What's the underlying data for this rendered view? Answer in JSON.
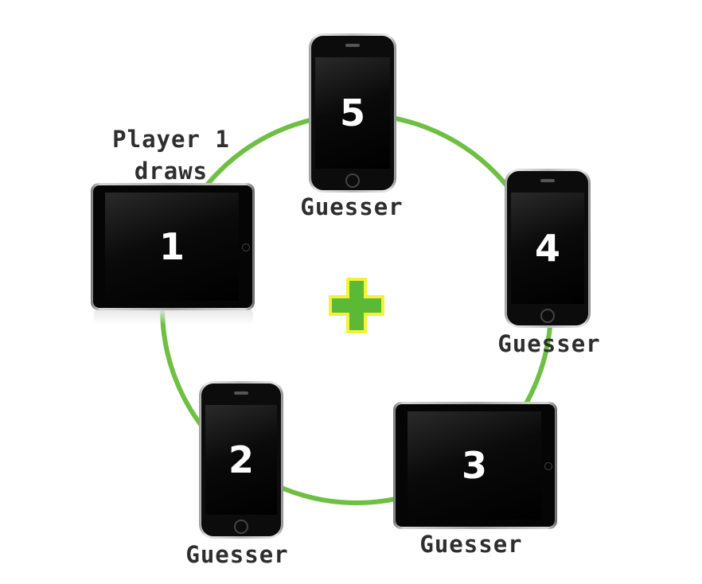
{
  "diagram": {
    "ring_color": "#6ebf44",
    "plus_color": "#5cb935",
    "plus_outline_color": "#f3f23a",
    "devices": [
      {
        "number": "1",
        "kind": "tablet-landscape",
        "label": "Player 1\ndraws"
      },
      {
        "number": "2",
        "kind": "phone",
        "label": "Guesser"
      },
      {
        "number": "3",
        "kind": "tablet-landscape",
        "label": "Guesser"
      },
      {
        "number": "4",
        "kind": "phone",
        "label": "Guesser"
      },
      {
        "number": "5",
        "kind": "phone",
        "label": "Guesser"
      }
    ]
  }
}
